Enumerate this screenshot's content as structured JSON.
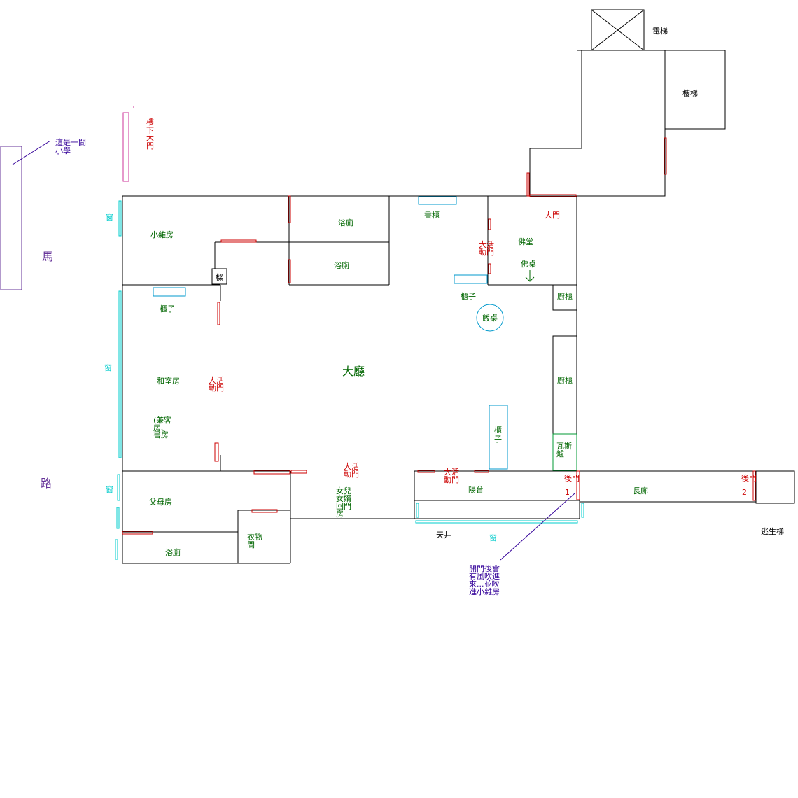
{
  "colors": {
    "wall": "#000000",
    "door": "#cc0000",
    "window": "#00cccc",
    "furniture": "#0099cc",
    "room_label": "#006600",
    "door_label": "#cc0000",
    "note_label": "#330099",
    "school": "#663399",
    "stair_pink": "#cc3399"
  },
  "labels": {
    "elevator": "電梯",
    "stairs": "樓梯",
    "downstairs_gate": "樓下大門",
    "school_note_1": "這是一間",
    "school_note_2": "小學",
    "road_1": "馬",
    "road_2": "路",
    "window_1": "窗",
    "window_2": "窗",
    "window_3": "窗",
    "window_4": "窗",
    "small_storage": "小雜房",
    "bath_1": "浴廁",
    "bath_2": "浴廁",
    "bath_3": "浴廁",
    "bookcase": "書櫃",
    "main_door": "大門",
    "sliding_door_1a": "大活",
    "sliding_door_1b": "動門",
    "shrine_room": "佛堂",
    "altar_table": "佛桌",
    "beam": "樑",
    "cabinet_1": "櫃子",
    "cabinet_2": "櫃子",
    "cabinet_3": "櫃子",
    "dining_table": "飯桌",
    "kitchen_cab_1": "廚櫃",
    "kitchen_cab_2": "廚櫃",
    "tatami_room": "和室房",
    "sliding_door_2a": "大活",
    "sliding_door_2b": "動門",
    "living_room": "大廳",
    "guest_1": "(兼客",
    "guest_2": "房、",
    "guest_3": "書房",
    "gas_stove_1": "瓦斯",
    "gas_stove_2": "爐",
    "sliding_door_3a": "大活",
    "sliding_door_3b": "動門",
    "sliding_door_4a": "大活",
    "sliding_door_4b": "動門",
    "parents_room": "父母房",
    "daughter_1": "女兒",
    "daughter_2": "女婿",
    "daughter_3": "回門",
    "daughter_4": "房",
    "balcony": "陽台",
    "back_door_1a": "後門",
    "back_door_1b": "1",
    "corridor": "長廊",
    "back_door_2a": "後門",
    "back_door_2b": "2",
    "closet_1": "衣物",
    "closet_2": "間",
    "skywell": "天井",
    "escape_stairs": "逃生梯",
    "wind_note_1": "開門後會",
    "wind_note_2": "有風吹進",
    "wind_note_3": "來...並吹",
    "wind_note_4": "進小雜房"
  }
}
